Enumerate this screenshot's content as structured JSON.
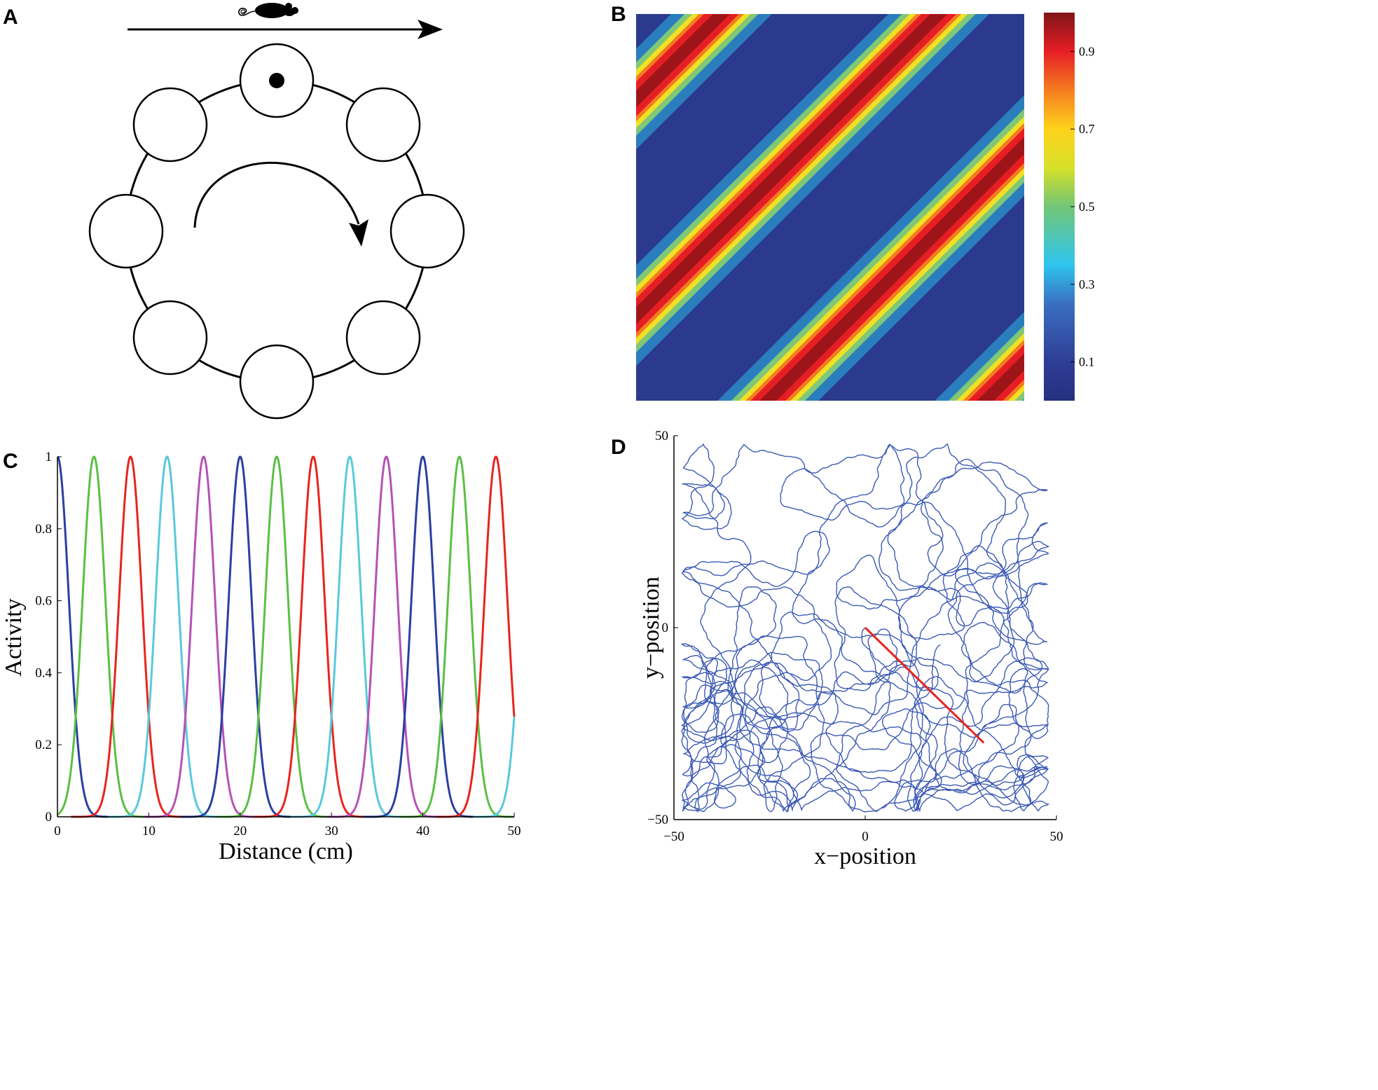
{
  "panels": {
    "a": {
      "letter": "A",
      "neuron_count": 8,
      "active_neuron_index": 0
    },
    "b": {
      "letter": "B"
    },
    "c": {
      "letter": "C"
    },
    "d": {
      "letter": "D"
    }
  },
  "colors": {
    "blue": "#2b3fa0",
    "green": "#5bbf45",
    "red": "#e8241e",
    "cyan": "#5bc8dc",
    "magenta": "#b652b6",
    "heat_background": "#2b3a8c",
    "trajectory": "#3c5ab4",
    "drift_line": "#e8241e"
  },
  "chart_data": [
    {
      "panel": "B",
      "type": "heatmap",
      "title": "",
      "description_values": {
        "band_peak": 1.0,
        "background": 0.0,
        "bands": 3
      },
      "colorbar": {
        "ticks": [
          "0.1",
          "0.3",
          "0.5",
          "0.7",
          "0.9"
        ],
        "range": [
          0,
          1
        ],
        "colormap": "jet"
      },
      "xlabel": "",
      "ylabel": ""
    },
    {
      "panel": "C",
      "type": "line",
      "xlabel": "Distance (cm)",
      "ylabel": "Activity",
      "xlim": [
        0,
        50
      ],
      "ylim": [
        0,
        1
      ],
      "xticks": [
        "0",
        "10",
        "20",
        "30",
        "40",
        "50"
      ],
      "yticks": [
        "0",
        "0.2",
        "0.4",
        "0.6",
        "0.8",
        "1"
      ],
      "peak_spacing": 4,
      "peaks_x": [
        0,
        4,
        8,
        12,
        16,
        20,
        24,
        28,
        32,
        36,
        40,
        44,
        48
      ],
      "peak_color_cycle": [
        "blue",
        "green",
        "red",
        "cyan",
        "magenta"
      ],
      "peak_height": 1
    },
    {
      "panel": "D",
      "type": "line",
      "xlabel": "x−position",
      "ylabel": "y−position",
      "xlim": [
        -50,
        50
      ],
      "ylim": [
        -50,
        50
      ],
      "xticks": [
        "−50",
        "0",
        "50"
      ],
      "yticks": [
        "−50",
        "0",
        "50"
      ],
      "drift_line": {
        "from": [
          0,
          0
        ],
        "to": [
          31,
          -30
        ]
      }
    }
  ]
}
